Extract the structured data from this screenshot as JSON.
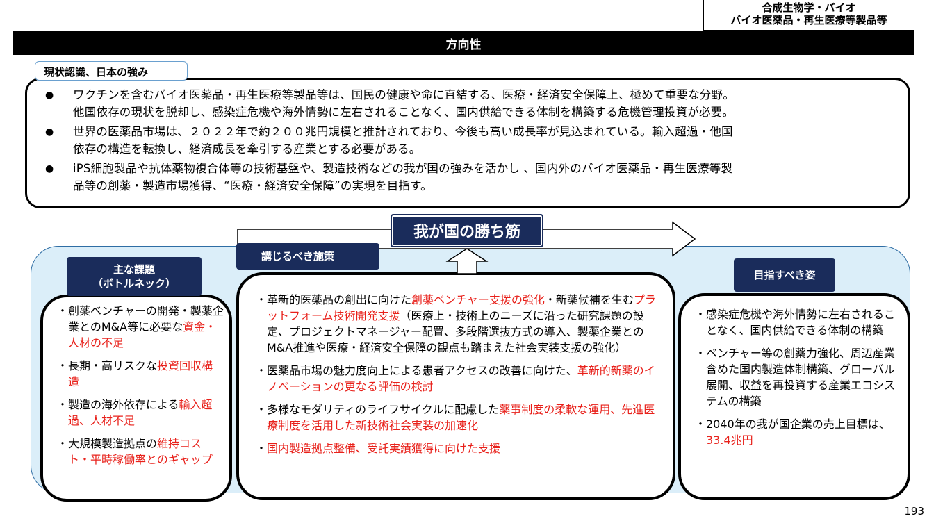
{
  "category": {
    "line1": "合成生物学・バイオ",
    "line2": "バイオ医薬品・再生医療等製品等"
  },
  "title": "方向性",
  "recognition": {
    "tab_label": "現状認識、日本の強み",
    "bullets": [
      "ワクチンを含むバイオ医薬品・再生医療等製品等は、国民の健康や命に直結する、医療・経済安全保障上、極めて重要な分野。\n他国依存の現状を脱却し、感染症危機や海外情勢に左右されることなく、国内供給できる体制を構築する危機管理投資が必要。",
      "世界の医薬品市場は、２０２２年で約２００兆円規模と推計されており、今後も高い成長率が見込まれている。輸入超過・他国\n依存の構造を転換し、経済成長を牽引する産業とする必要がある。",
      "iPS細胞製品や抗体薬物複合体等の技術基盤や、製造技術などの我が国の強みを活かし 、国内外のバイオ医薬品・再生医療等製\n品等の創薬・製造市場獲得、“医療・経済安全保障”の実現を目指す。"
    ]
  },
  "strategy_label": "我が国の勝ち筋",
  "measures_label": "講じるべき施策",
  "issues": {
    "label_line1": "主な課題",
    "label_line2": "（ボトルネック）",
    "items": [
      {
        "pre": "創薬ベンチャーの開発・製薬企業とのM&A等に必要な",
        "red": "資金・人材の不足",
        "post": ""
      },
      {
        "pre": "長期・高リスクな",
        "red": "投資回収構造",
        "post": ""
      },
      {
        "pre": "製造の海外依存による",
        "red": "輸入超過、人材不足",
        "post": ""
      },
      {
        "pre": "大規模製造拠点の",
        "red": "維持コスト・平時稼働率とのギャップ",
        "post": ""
      }
    ]
  },
  "measures": {
    "items": [
      {
        "pre": "革新的医薬品の創出に向けた",
        "red": "創薬ベンチャー支援の強化",
        "mid": "・新薬候補を生む",
        "red2": "プラットフォーム技術開発支援",
        "post": "（医療上・技術上のニーズに沿った研究課題の設定、プロジェクトマネージャー配置、多段階選抜方式の導入、製薬企業とのM&A推進や医療・経済安全保障の観点も踏まえた社会実装支援の強化）"
      },
      {
        "pre": "医薬品市場の魅力度向上による患者アクセスの改善に向けた、",
        "red": "革新的新薬のイノベーションの更なる評価の検討",
        "mid": "",
        "red2": "",
        "post": ""
      },
      {
        "pre": "多様なモダリティのライフサイクルに配慮した",
        "red": "薬事制度の柔軟な運用、先進医療制度を活用した新技術社会実装の加速化",
        "mid": "",
        "red2": "",
        "post": ""
      },
      {
        "pre": "",
        "red": "国内製造拠点整備、受託実績獲得に向けた支援",
        "mid": "",
        "red2": "",
        "post": ""
      }
    ]
  },
  "goal": {
    "label": "目指すべき姿",
    "items": [
      {
        "pre": "感染症危機や海外情勢に左右されることなく、国内供給できる体制の構築",
        "red": "",
        "post": ""
      },
      {
        "pre": "ベンチャー等の創薬力強化、周辺産業含めた国内製造体制構築、グローバル展開、収益を再投資する産業エコシステムの構築",
        "red": "",
        "post": ""
      },
      {
        "pre": "2040年の我が国企業の売上目標は、",
        "red": "33.4兆円",
        "post": ""
      }
    ]
  },
  "bullet_glyph": "●",
  "item_glyph": "・",
  "page_number": "193",
  "colors": {
    "navy": "#1a2c5b",
    "highlight_red": "#e8201a",
    "light_blue": "#dbeef9"
  }
}
